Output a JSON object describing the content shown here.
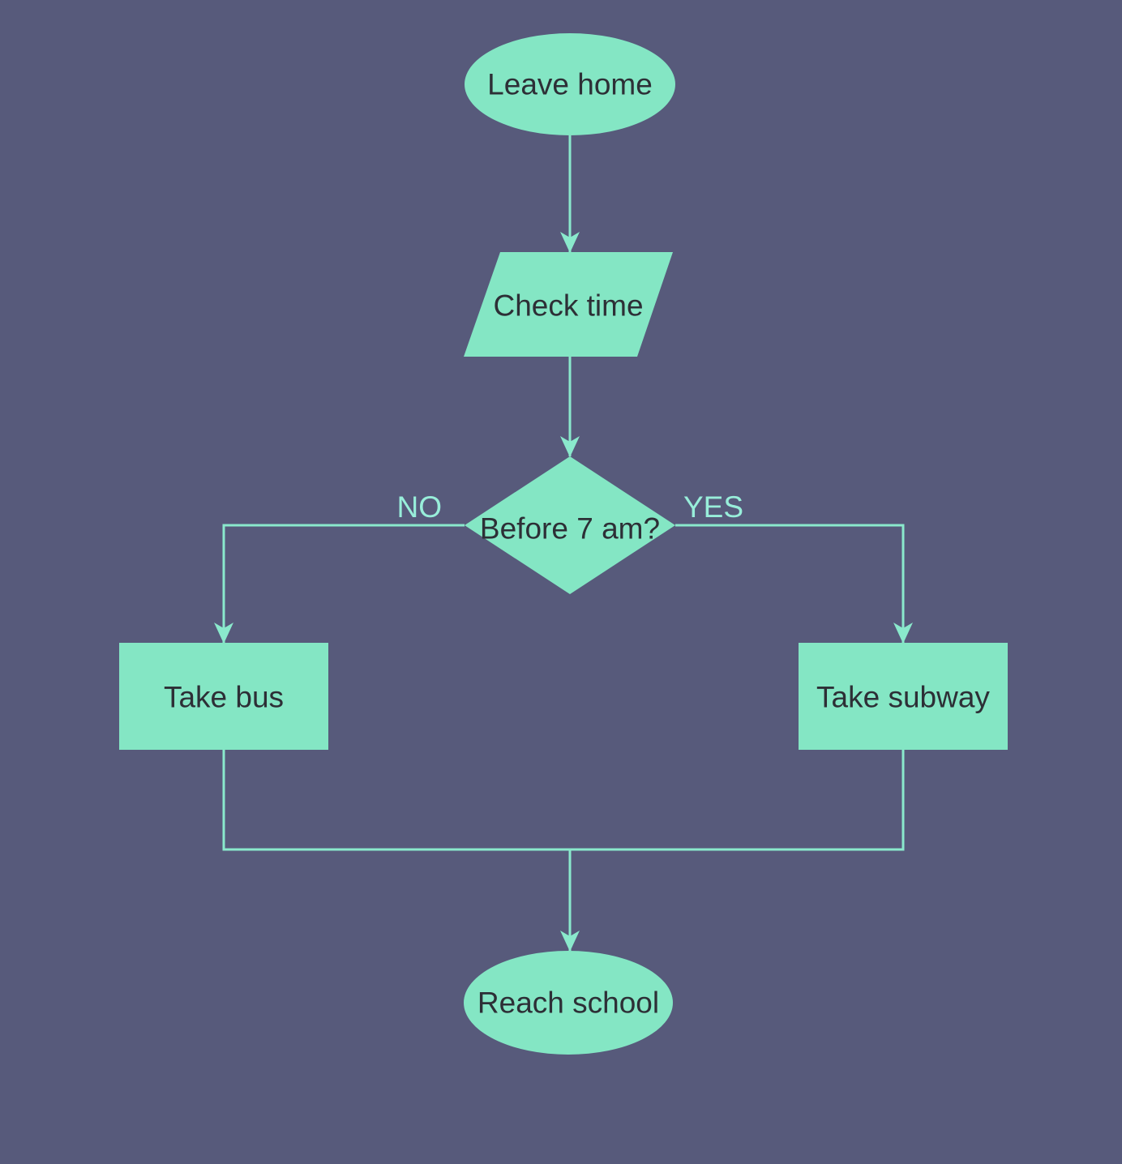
{
  "diagram": {
    "type": "flowchart",
    "colors": {
      "background": "#575A7B",
      "shape_fill": "#84E6C4",
      "connector": "#8AE9CC",
      "node_text": "#2D2F36",
      "edge_label_text": "#98EEDA"
    },
    "nodes": [
      {
        "id": "start",
        "shape": "terminator-ellipse",
        "label": "Leave home"
      },
      {
        "id": "check-time",
        "shape": "input-output-parallelogram",
        "label": "Check time"
      },
      {
        "id": "decision",
        "shape": "decision-diamond",
        "label": "Before 7 am?"
      },
      {
        "id": "take-bus",
        "shape": "process-rectangle",
        "label": "Take bus"
      },
      {
        "id": "take-subway",
        "shape": "process-rectangle",
        "label": "Take subway"
      },
      {
        "id": "end",
        "shape": "terminator-ellipse",
        "label": "Reach school"
      }
    ],
    "edges": [
      {
        "from": "start",
        "to": "check-time",
        "label": ""
      },
      {
        "from": "check-time",
        "to": "decision",
        "label": ""
      },
      {
        "from": "decision",
        "to": "take-bus",
        "label": "NO"
      },
      {
        "from": "decision",
        "to": "take-subway",
        "label": "YES"
      },
      {
        "from": "take-bus",
        "to": "end",
        "label": ""
      },
      {
        "from": "take-subway",
        "to": "end",
        "label": ""
      }
    ]
  }
}
